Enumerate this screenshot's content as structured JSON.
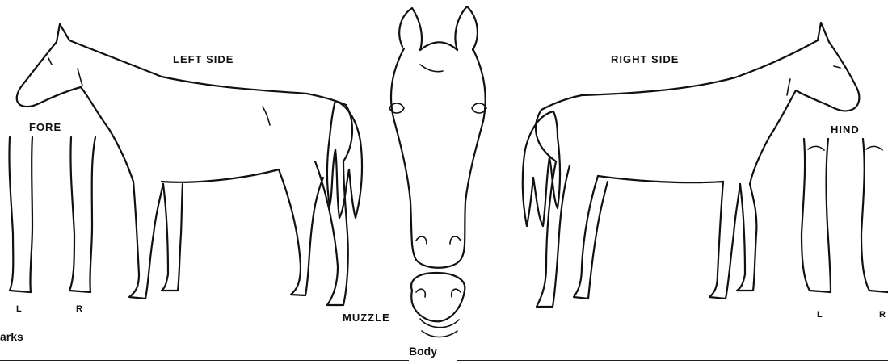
{
  "labels": {
    "left_side": "LEFT SIDE",
    "right_side": "RIGHT SIDE",
    "fore": "FORE",
    "hind": "HIND",
    "fore_left": "L",
    "fore_right": "R",
    "hind_left": "L",
    "hind_right": "R",
    "muzzle": "MUZZLE"
  },
  "form": {
    "markings_caption_partial": "arks",
    "body_caption": "Body"
  }
}
